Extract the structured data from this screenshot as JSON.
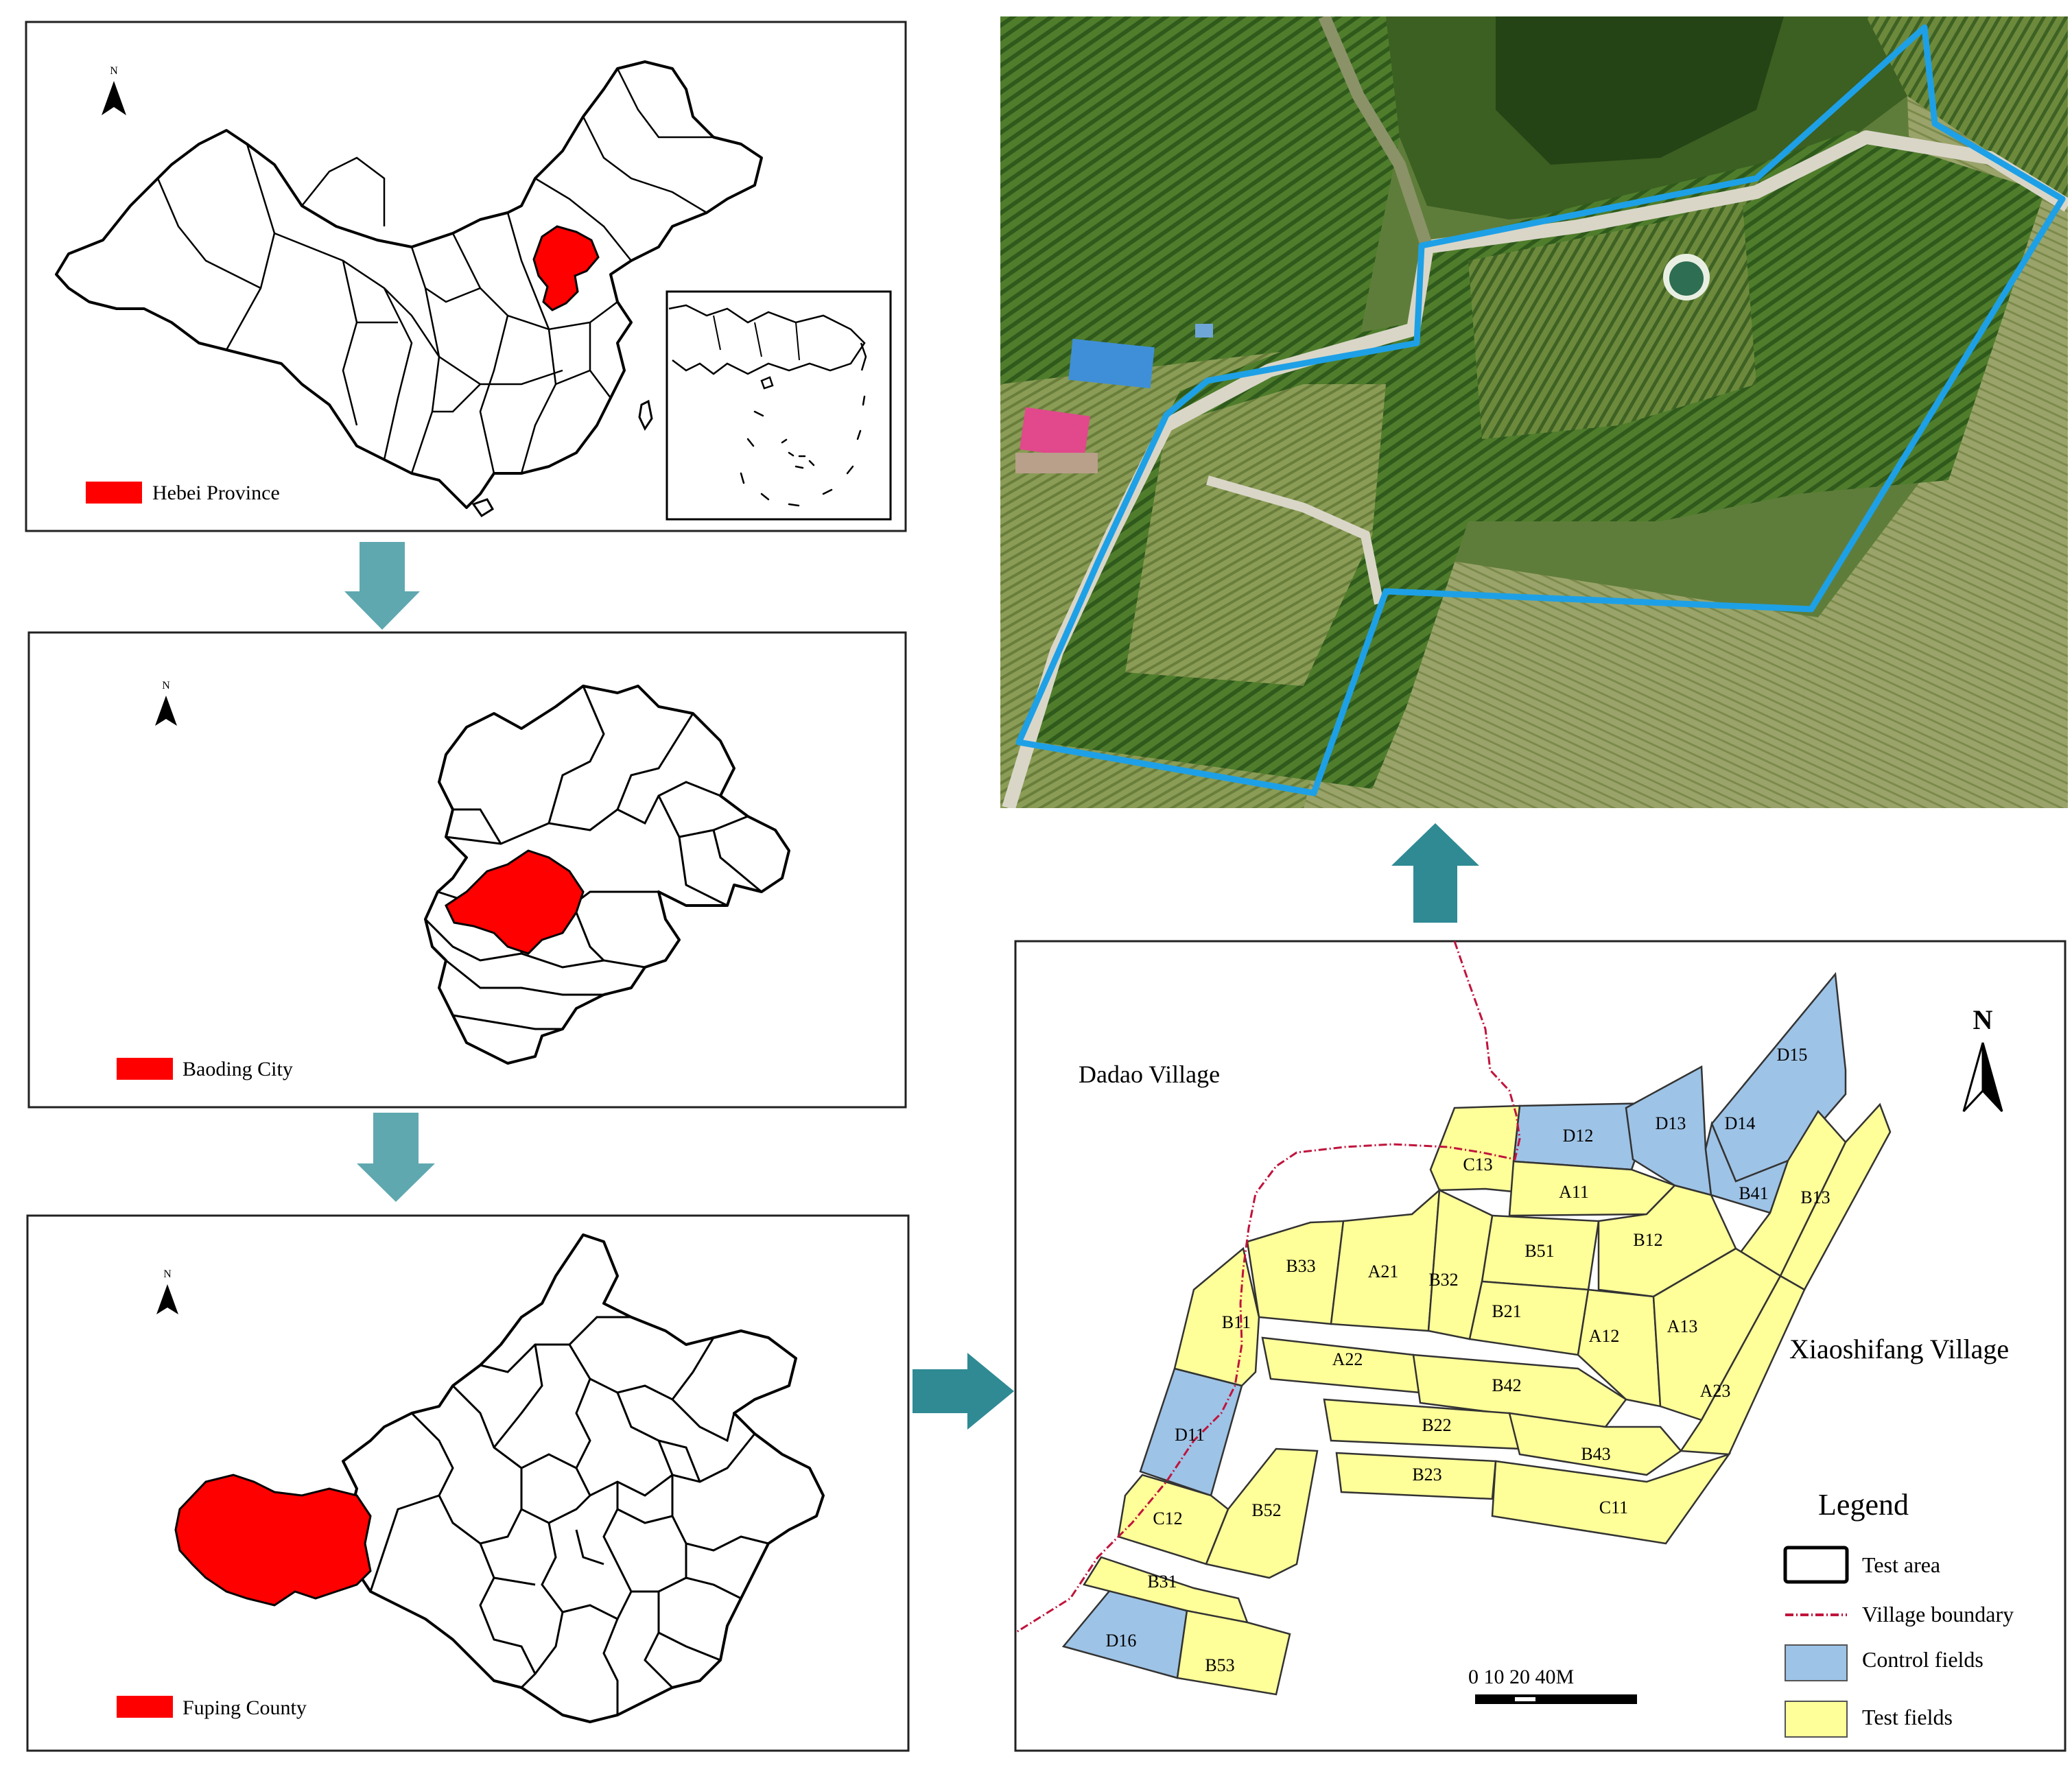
{
  "colors": {
    "highlight": "#ff0000",
    "arrow": "#5fa8b0",
    "arrow_dark": "#2f8a94",
    "control_field": "#9dc3e6",
    "test_field": "#ffff99",
    "village_boundary": "#c0143c",
    "photo_boundary": "#1ea0e6"
  },
  "panels": {
    "china": {
      "legend_label": "Hebei Province",
      "north_letter": "N"
    },
    "hebei": {
      "legend_label": "Baoding City",
      "north_letter": "N"
    },
    "baoding": {
      "legend_label": "Fuping County",
      "north_letter": "N"
    }
  },
  "field_map": {
    "north_letter": "N",
    "villages": [
      "Dadao Village",
      "Xiaoshifang Village"
    ],
    "fields": {
      "control": [
        "D15",
        "D12",
        "D13",
        "D14",
        "D11",
        "D16"
      ],
      "test": [
        "C13",
        "A11",
        "B41",
        "B13",
        "B51",
        "B12",
        "B33",
        "A21",
        "B32",
        "B21",
        "B11",
        "A12",
        "A13",
        "A22",
        "B42",
        "A23",
        "B22",
        "B43",
        "B23",
        "C11",
        "C12",
        "B52",
        "B31",
        "B53"
      ]
    },
    "scale_label": "0 10 20      40M",
    "legend": {
      "title": "Legend",
      "items": [
        "Test area",
        "Village boundary",
        "Control fields",
        "Test fields"
      ]
    }
  }
}
